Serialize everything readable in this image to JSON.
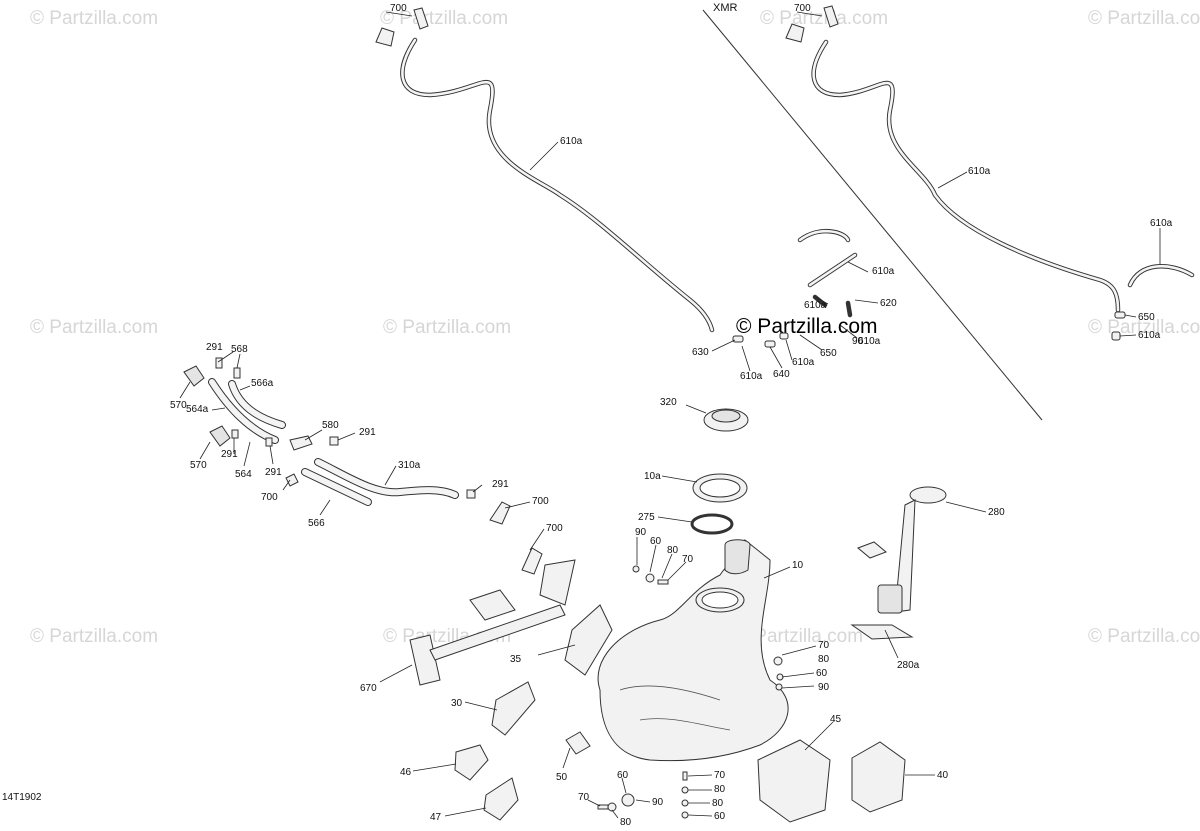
{
  "watermark": "© Partzilla.com",
  "brand": "© Partzilla.com",
  "diagram_code": "14T1902",
  "section_label": "XMR",
  "callouts": [
    {
      "id": "c700a",
      "text": "700"
    },
    {
      "id": "c700b",
      "text": "700"
    },
    {
      "id": "c610a1",
      "text": "610a"
    },
    {
      "id": "c610a2",
      "text": "610a"
    },
    {
      "id": "c610a3",
      "text": "610a"
    },
    {
      "id": "c610a4",
      "text": "610a"
    },
    {
      "id": "c610a5",
      "text": "610a"
    },
    {
      "id": "c610a6",
      "text": "610a"
    },
    {
      "id": "c610a7",
      "text": "610a"
    },
    {
      "id": "c610a8",
      "text": "610a"
    },
    {
      "id": "c610a9",
      "text": "610a"
    },
    {
      "id": "c620",
      "text": "620"
    },
    {
      "id": "c650a",
      "text": "650"
    },
    {
      "id": "c650b",
      "text": "650"
    },
    {
      "id": "c630",
      "text": "630"
    },
    {
      "id": "c640",
      "text": "640"
    },
    {
      "id": "c291a",
      "text": "291"
    },
    {
      "id": "c568",
      "text": "568"
    },
    {
      "id": "c566a",
      "text": "566a"
    },
    {
      "id": "c570a",
      "text": "570"
    },
    {
      "id": "c564a",
      "text": "564a"
    },
    {
      "id": "c580",
      "text": "580"
    },
    {
      "id": "c291b",
      "text": "291"
    },
    {
      "id": "c291c",
      "text": "291"
    },
    {
      "id": "c291d",
      "text": "291"
    },
    {
      "id": "c570b",
      "text": "570"
    },
    {
      "id": "c564",
      "text": "564"
    },
    {
      "id": "c310a",
      "text": "310a"
    },
    {
      "id": "c700c",
      "text": "700"
    },
    {
      "id": "c291e",
      "text": "291"
    },
    {
      "id": "c700d",
      "text": "700"
    },
    {
      "id": "c566",
      "text": "566"
    },
    {
      "id": "c700e",
      "text": "700"
    },
    {
      "id": "c320",
      "text": "320"
    },
    {
      "id": "c10a",
      "text": "10a"
    },
    {
      "id": "c280",
      "text": "280"
    },
    {
      "id": "c275",
      "text": "275"
    },
    {
      "id": "c90a",
      "text": "90"
    },
    {
      "id": "c60a",
      "text": "60"
    },
    {
      "id": "c80a",
      "text": "80"
    },
    {
      "id": "c70a",
      "text": "70"
    },
    {
      "id": "c10",
      "text": "10"
    },
    {
      "id": "c70b",
      "text": "70"
    },
    {
      "id": "c80b",
      "text": "80"
    },
    {
      "id": "c60b",
      "text": "60"
    },
    {
      "id": "c90b",
      "text": "90"
    },
    {
      "id": "c280a",
      "text": "280a"
    },
    {
      "id": "c35",
      "text": "35"
    },
    {
      "id": "c670",
      "text": "670"
    },
    {
      "id": "c30",
      "text": "30"
    },
    {
      "id": "c45",
      "text": "45"
    },
    {
      "id": "c46",
      "text": "46"
    },
    {
      "id": "c50",
      "text": "50"
    },
    {
      "id": "c60c",
      "text": "60"
    },
    {
      "id": "c70c",
      "text": "70"
    },
    {
      "id": "c80c",
      "text": "80"
    },
    {
      "id": "c40",
      "text": "40"
    },
    {
      "id": "c70d",
      "text": "70"
    },
    {
      "id": "c90c",
      "text": "90"
    },
    {
      "id": "c80d",
      "text": "80"
    },
    {
      "id": "c60d",
      "text": "60"
    },
    {
      "id": "c47",
      "text": "47"
    },
    {
      "id": "c80e",
      "text": "80"
    },
    {
      "id": "c90d",
      "text": "90"
    }
  ]
}
